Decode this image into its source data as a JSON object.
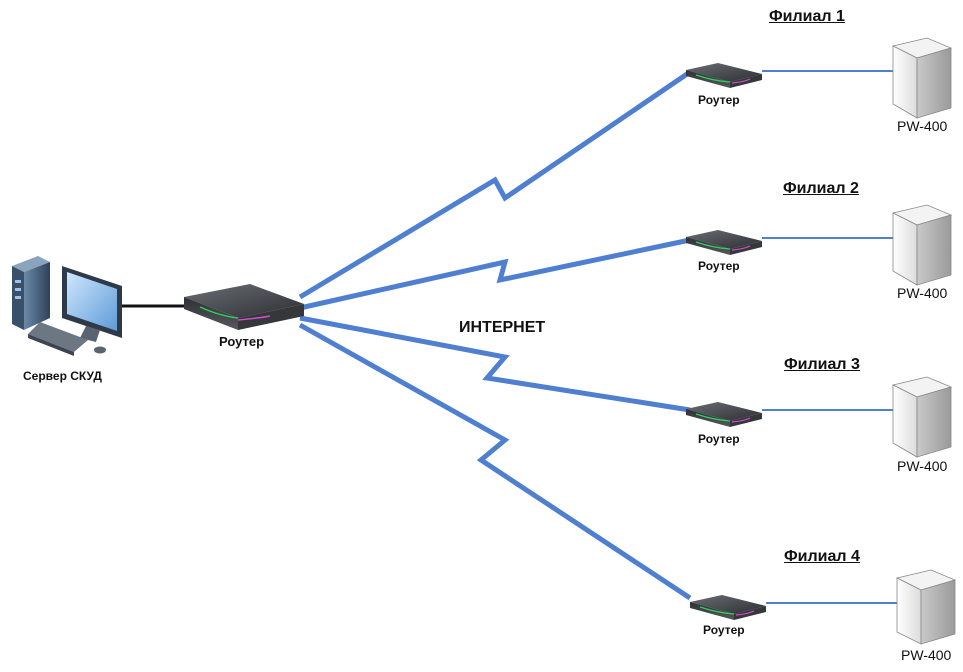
{
  "server": {
    "label": "Сервер СКУД"
  },
  "central_router": {
    "label": "Роутер"
  },
  "internet_label": "ИНТЕРНЕТ",
  "branches": [
    {
      "title": "Филиал 1",
      "router_label": "Роутер",
      "device_label": "PW-400"
    },
    {
      "title": "Филиал 2",
      "router_label": "Роутер",
      "device_label": "PW-400"
    },
    {
      "title": "Филиал 3",
      "router_label": "Роутер",
      "device_label": "PW-400"
    },
    {
      "title": "Филиал 4",
      "router_label": "Роутер",
      "device_label": "PW-400"
    }
  ],
  "colors": {
    "link": "#4f7fd0",
    "wire": "#111111",
    "router_body": "#3e4146"
  }
}
